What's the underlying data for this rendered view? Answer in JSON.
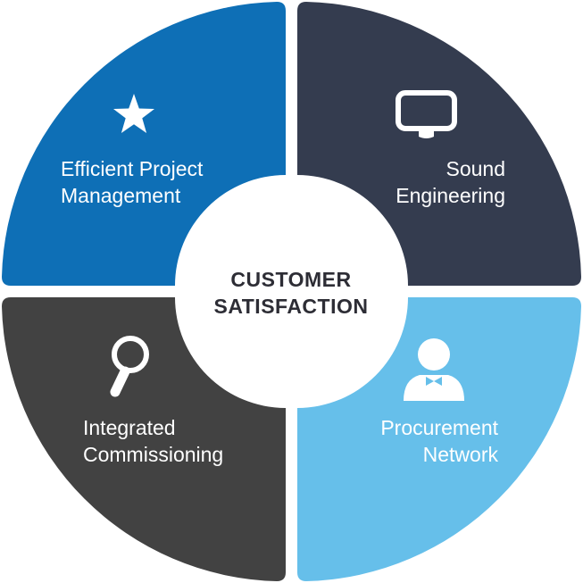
{
  "center": {
    "line1": "CUSTOMER",
    "line2": "SATISFACTION"
  },
  "quadrants": [
    {
      "id": "top-left",
      "line1": "Efficient Project",
      "line2": "Management",
      "icon": "star-icon",
      "color": "#0e6fb6"
    },
    {
      "id": "top-right",
      "line1": "Sound",
      "line2": "Engineering",
      "icon": "monitor-icon",
      "color": "#343c4f"
    },
    {
      "id": "bottom-left",
      "line1": "Integrated",
      "line2": "Commissioning",
      "icon": "magnifier-icon",
      "color": "#424242"
    },
    {
      "id": "bottom-right",
      "line1": "Procurement",
      "line2": "Network",
      "icon": "person-icon",
      "color": "#66bfea"
    }
  ]
}
